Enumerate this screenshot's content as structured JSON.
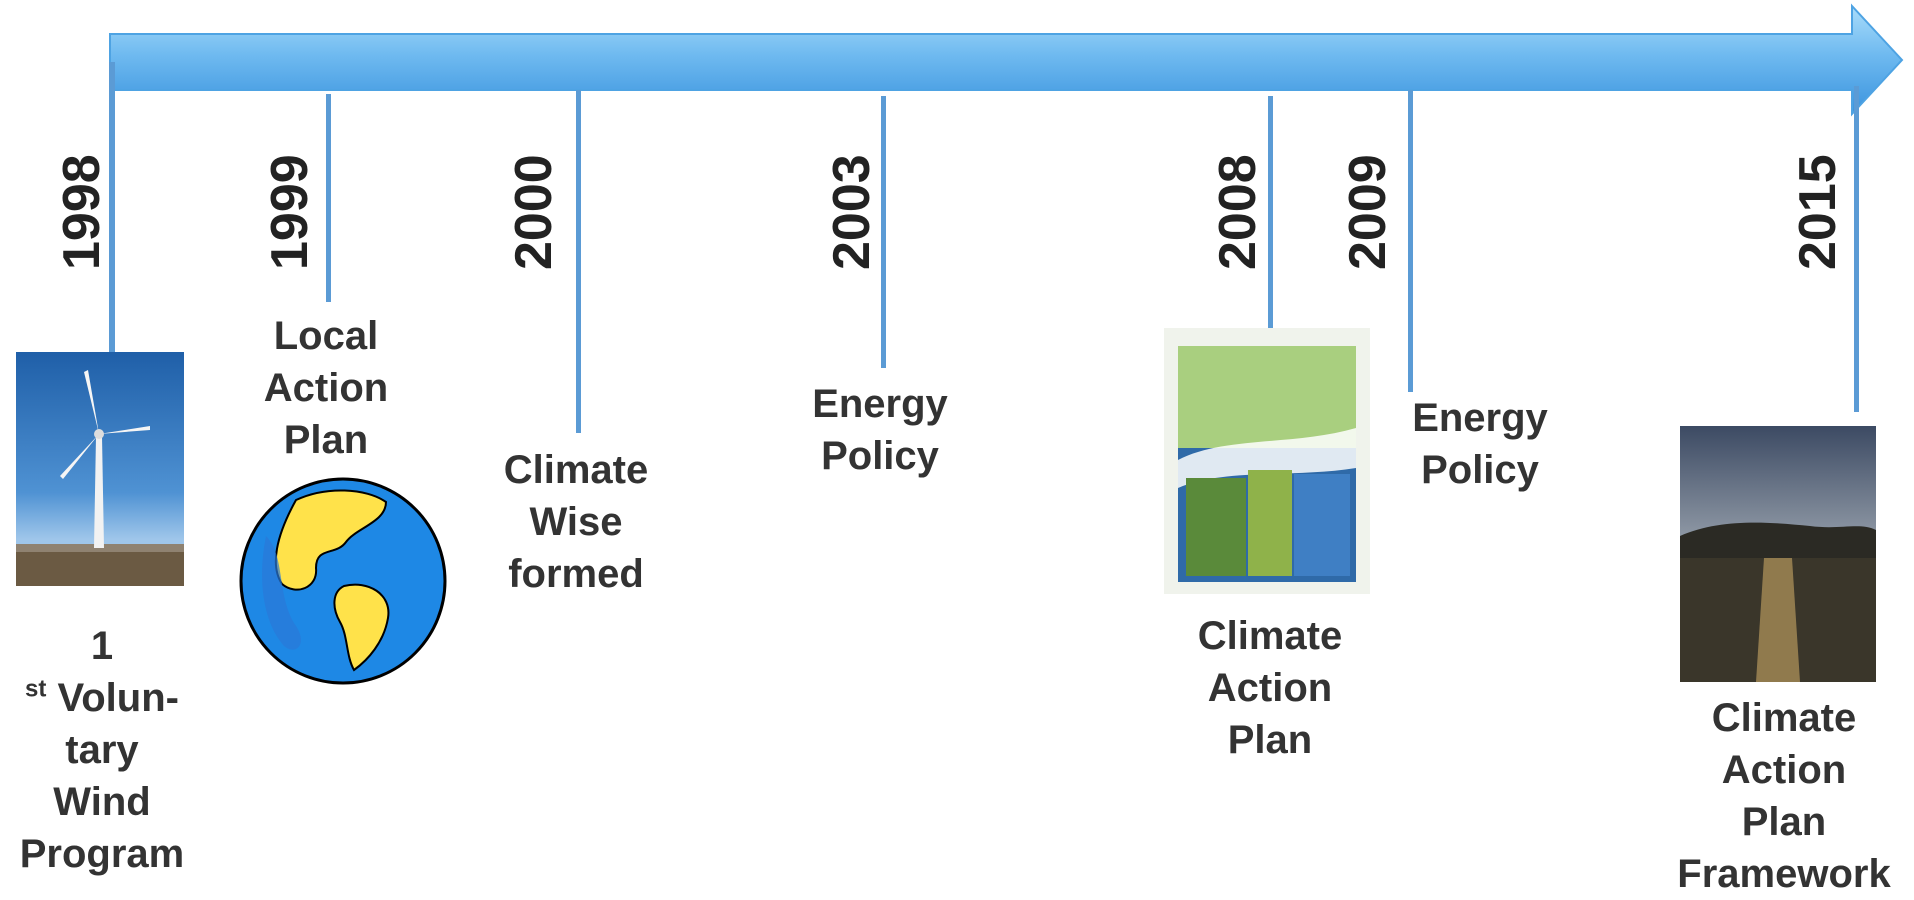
{
  "colors": {
    "arrow_light": "#8fcdf5",
    "arrow_dark": "#3f9ee4",
    "connector": "#5b9bd5",
    "text": "#333333"
  },
  "years": [
    "1998",
    "1999",
    "2000",
    "2003",
    "2008",
    "2009",
    "2015"
  ],
  "events": {
    "e1998": {
      "lines": [
        "1",
        "st",
        " Volun-",
        "tary",
        "Wind",
        "Program"
      ],
      "image": "wind-turbine-photo"
    },
    "e1999": {
      "lines": [
        "Local",
        "Action",
        "Plan"
      ],
      "image": "globe-clipart"
    },
    "e2000": {
      "lines": [
        "Climate",
        "Wise",
        "formed"
      ]
    },
    "e2003": {
      "lines": [
        "Energy",
        "Policy"
      ]
    },
    "e2008": {
      "lines": [
        "Climate",
        "Action",
        "Plan"
      ],
      "image": "climate-action-plan-cover"
    },
    "e2009": {
      "lines": [
        "Energy",
        "Policy"
      ]
    },
    "e2015": {
      "lines": [
        "Climate",
        "Action",
        "Plan",
        "Framework"
      ],
      "image": "framework-cover-photo"
    }
  }
}
